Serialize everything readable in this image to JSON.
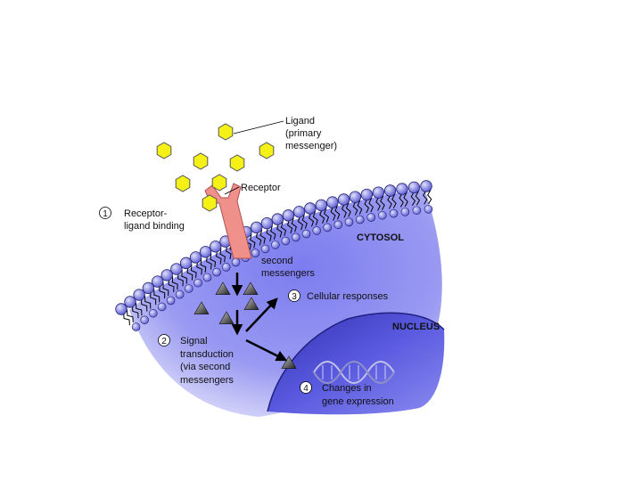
{
  "labels": {
    "ligand": [
      "Ligand",
      "(primary",
      "messenger)"
    ],
    "receptor": "Receptor",
    "cytosol": "CYTOSOL",
    "nucleus": "NUCLEUS",
    "second_messengers": [
      "second",
      "messengers"
    ]
  },
  "steps": [
    {
      "number": "1",
      "lines": [
        "Receptor-",
        "ligand binding"
      ]
    },
    {
      "number": "2",
      "lines": [
        "Signal",
        "transduction",
        "(via second",
        "messengers"
      ]
    },
    {
      "number": "3",
      "lines": [
        "Cellular responses"
      ]
    },
    {
      "number": "4",
      "lines": [
        "Changes in",
        "gene expression"
      ]
    }
  ],
  "colors": {
    "cytosol": "#8a8af0",
    "nucleus": "#4848c8",
    "ligand": "#f5f016",
    "receptor": "#f08a8a",
    "phospholipid_head": "#8a8ae8",
    "second_messenger": "#7a7a7a"
  }
}
